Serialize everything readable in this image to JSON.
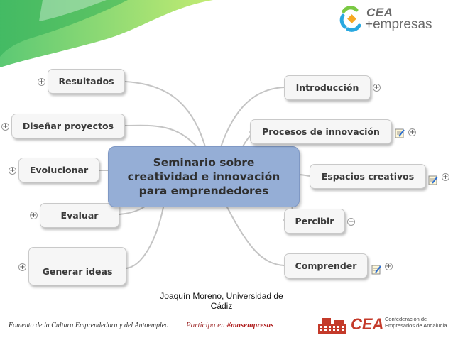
{
  "logo": {
    "line1": "CEA",
    "line2": "+empresas"
  },
  "center": {
    "line1": "Seminario sobre",
    "line2": "creatividad e innovación",
    "line3": "para emprendedores"
  },
  "left_nodes": [
    {
      "label": "Resultados"
    },
    {
      "label": "Diseñar proyectos"
    },
    {
      "label": "Evolucionar"
    },
    {
      "label": "Evaluar"
    },
    {
      "label": "Generar ideas"
    }
  ],
  "right_nodes": [
    {
      "label": "Introducción"
    },
    {
      "label": "Procesos de innovación"
    },
    {
      "label": "Espacios creativos"
    },
    {
      "label": "Percibir"
    },
    {
      "label": "Comprender"
    }
  ],
  "expand_symbol": "+",
  "caption": {
    "line1": "Joaquín Moreno, Universidad de",
    "line2": "Cádiz"
  },
  "footer": {
    "left": "Fomento de la Cultura Emprendedora y del Autoempleo",
    "mid_prefix": "Participa en ",
    "mid_tag": "#masempresas",
    "logo_main": "CEA",
    "logo_line1": "Confederación de",
    "logo_line2": "Empresarios de Andalucía"
  },
  "colors": {
    "center_fill": "#95aed6",
    "node_fill": "#f6f6f6",
    "swoosh": "#4cc36a",
    "footer_accent": "#c43a2a"
  }
}
